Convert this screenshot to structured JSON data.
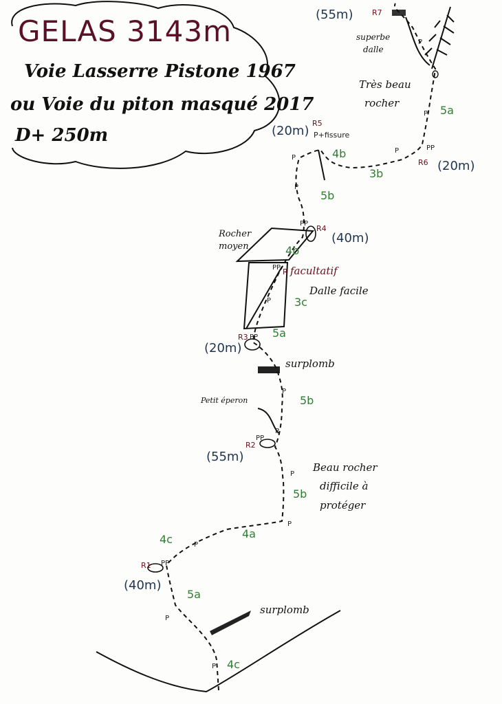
{
  "title": "GELAS 3143m",
  "subtitle_1": "Voie Lasserre Pistone 1967",
  "subtitle_2": "ou Voie du piton masqué 2017",
  "subtitle_3": "D+ 250m",
  "relays": {
    "r1": "R1",
    "r2": "R2",
    "r3": "R3",
    "r4": "R4",
    "r5": "R5",
    "r6": "R6",
    "r7": "R7",
    "r_opt": "R"
  },
  "pitch_lengths": {
    "l1": "(40m)",
    "l2": "(55m)",
    "l3": "(20m)",
    "l4": "(40m)",
    "l5": "(20m)",
    "l6": "(20m)",
    "l7": "(55m)"
  },
  "grades": {
    "g_4c_bottom": "4c",
    "g_5a_1": "5a",
    "g_4c_2": "4c",
    "g_4a": "4a",
    "g_5b_1": "5b",
    "g_5b_2": "5b",
    "g_5a_2": "5a",
    "g_3c": "3c",
    "g_4b_1": "4b",
    "g_5b_3": "5b",
    "g_4b_2": "4b",
    "g_3b": "3b",
    "g_5a_3": "5a"
  },
  "notes": {
    "surplomb_1": "surplomb",
    "surplomb_2": "surplomb",
    "beau_rocher_1": "Beau rocher",
    "beau_rocher_2": "difficile à",
    "beau_rocher_3": "protéger",
    "petit_eperon": "Petit éperon",
    "dalle_facile": "Dalle facile",
    "facultatif": "facultatif",
    "rocher_moyen_1": "Rocher",
    "rocher_moyen_2": "moyen",
    "fissure": "P+fissure",
    "tres_beau_1": "Très beau",
    "tres_beau_2": "rocher",
    "superbe_1": "superbe",
    "superbe_2": "dalle"
  },
  "pitons": {
    "p1": "P",
    "p2": "P",
    "p3": "P",
    "p4": "P",
    "p5": "P",
    "p6": "P",
    "p7": "P",
    "p8": "P",
    "p9": "P",
    "p10": "P",
    "p11": "P",
    "p12": "P",
    "p13": "P",
    "pp_r1": "PP",
    "pp_r2": "PP",
    "pp_r3": "PP",
    "pp_r4": "PP",
    "pp_opt": "PP",
    "pp_r6": "PP"
  }
}
